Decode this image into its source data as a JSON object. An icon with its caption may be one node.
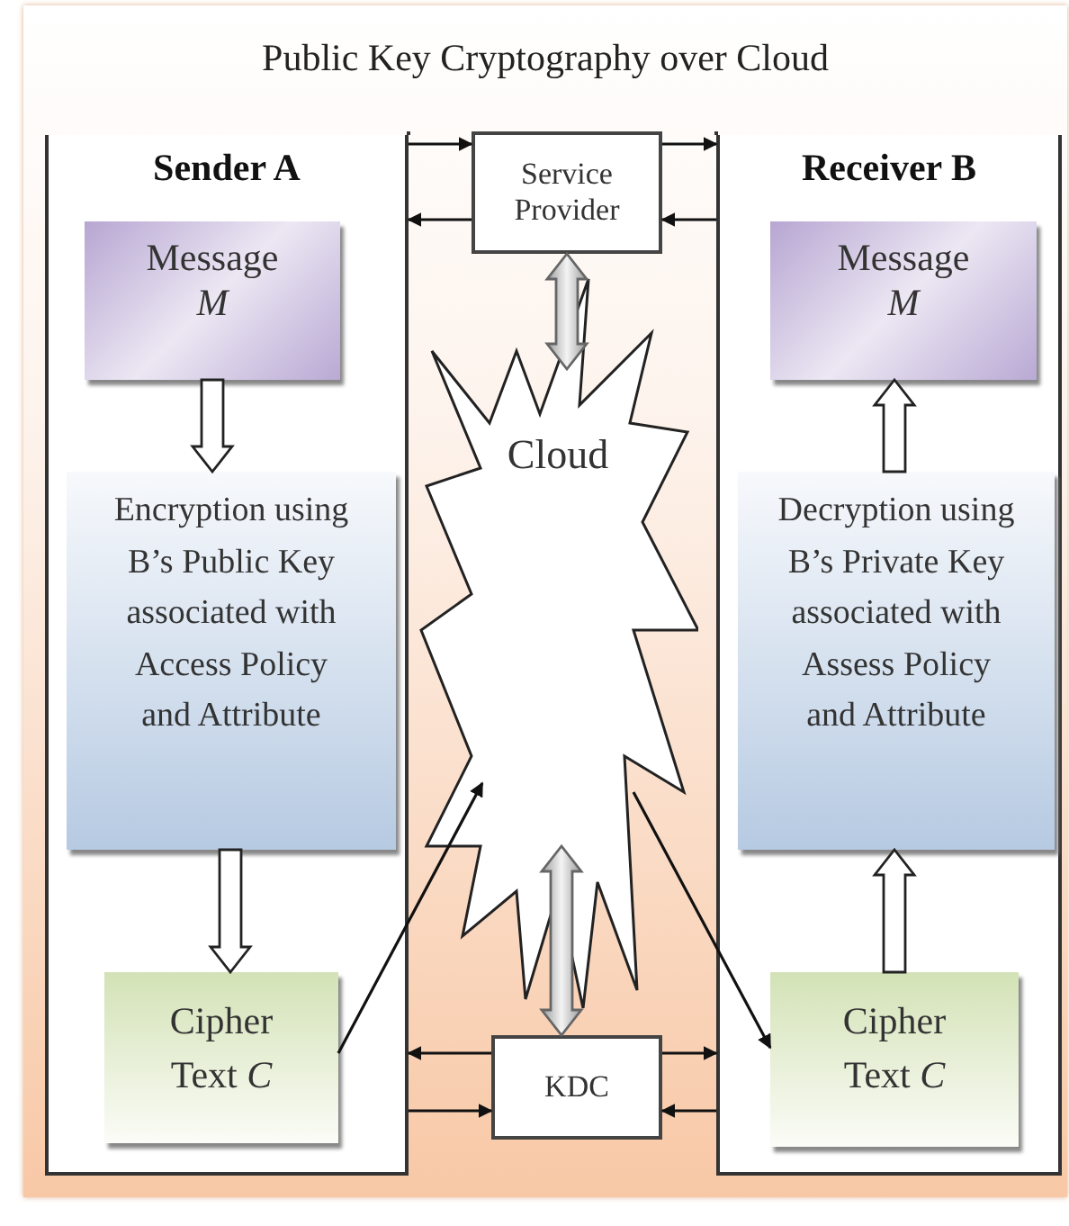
{
  "diagram": {
    "title": "Public Key Cryptography over Cloud",
    "nodes": [
      {
        "text": [
          "Sender A"
        ]
      },
      {
        "text": [
          "Message",
          "M"
        ],
        "in": 0
      },
      {
        "text": [
          "Encryption using B’s Public Key associated with Access Policy and Attribute"
        ],
        "in": 0
      },
      {
        "text": [
          "Cipher Text *C*"
        ],
        "in": 0
      },
      {
        "text": [
          "Service Provider"
        ]
      },
      {
        "text": [
          "Cloud"
        ]
      },
      {
        "text": [
          "KDC"
        ]
      },
      {
        "text": [
          "Receiver B"
        ]
      },
      {
        "text": [
          "Message",
          "M"
        ],
        "in": 7
      },
      {
        "text": [
          "Decryption using B’s Private Key associated with Assess Policy and Attribute"
        ],
        "in": 7
      },
      {
        "text": [
          "Cipher Text *C*"
        ],
        "in": 7
      }
    ],
    "edges": [
      {
        "from": 1,
        "to": 2,
        "arrow": "to",
        "style": "thick"
      },
      {
        "from": 2,
        "to": 3,
        "arrow": "to",
        "style": "thick"
      },
      {
        "from": 3,
        "to": 5,
        "arrow": "to"
      },
      {
        "from": 5,
        "to": 10,
        "arrow": "to"
      },
      {
        "from": 10,
        "to": 9,
        "arrow": "to",
        "style": "thick"
      },
      {
        "from": 9,
        "to": 8,
        "arrow": "to",
        "style": "thick"
      },
      {
        "from": 4,
        "to": 5,
        "arrow": "both",
        "style": "thick",
        "color": "#9a9a9a"
      },
      {
        "from": 5,
        "to": 6,
        "arrow": "both",
        "style": "thick",
        "color": "#9a9a9a"
      },
      {
        "from": 0,
        "to": 4,
        "arrow": "to"
      },
      {
        "from": 4,
        "to": 0,
        "arrow": "to"
      },
      {
        "from": 4,
        "to": 7,
        "arrow": "to"
      },
      {
        "from": 7,
        "to": 4,
        "arrow": "to"
      },
      {
        "from": 6,
        "to": 0,
        "arrow": "to"
      },
      {
        "from": 0,
        "to": 6,
        "arrow": "to"
      },
      {
        "from": 6,
        "to": 7,
        "arrow": "to"
      },
      {
        "from": 7,
        "to": 6,
        "arrow": "to"
      }
    ]
  }
}
